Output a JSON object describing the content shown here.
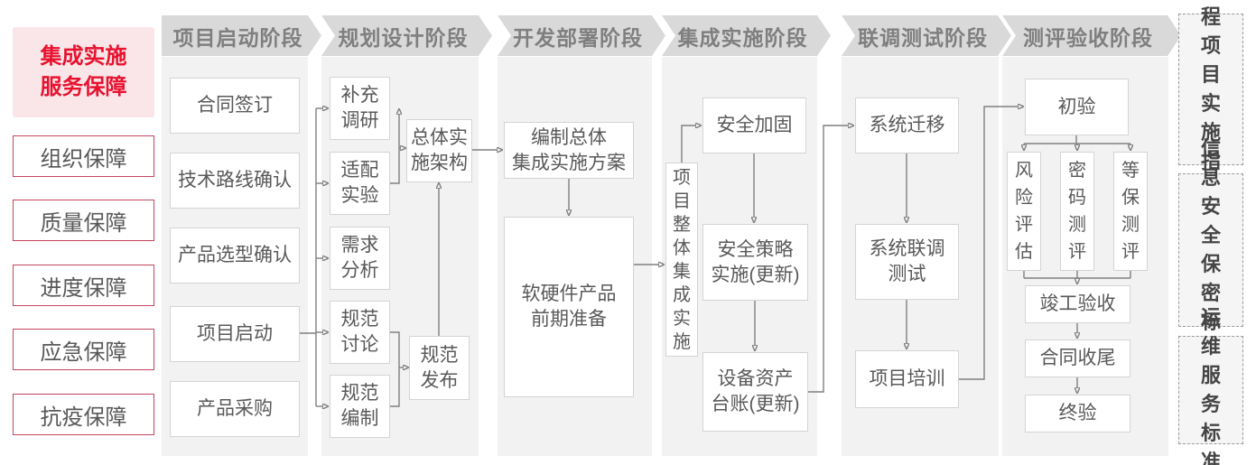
{
  "left_panel": {
    "title": "集成实施\n服务保障",
    "items": [
      "组织保障",
      "质量保障",
      "进度保障",
      "应急保障",
      "抗疫保障"
    ]
  },
  "phases": [
    "项目启动阶段",
    "规划设计阶段",
    "开发部署阶段",
    "集成实施阶段",
    "联调测试阶段",
    "测评验收阶段"
  ],
  "nodes": {
    "contract_sign": "合同签订",
    "tech_route_confirm": "技术路线确认",
    "product_selection_confirm": "产品选型确认",
    "project_kickoff": "项目启动",
    "product_procurement": "产品采购",
    "supplement_research": "补充\n调研",
    "adaptation_experiment": "适配\n实验",
    "requirement_analysis": "需求\n分析",
    "spec_discussion": "规范\n讨论",
    "spec_compilation": "规范\n编制",
    "overall_impl_architecture": "总体实\n施架构",
    "spec_release": "规范\n发布",
    "overall_integration_plan": "编制总体\n集成实施方案",
    "hw_sw_preparation": "软硬件产品\n前期准备",
    "overall_integration_impl": "项\n目\n整\n体\n集\n成\n实\n施",
    "security_hardening": "安全加固",
    "security_policy_impl": "安全策略\n实施(更新)",
    "asset_ledger_update": "设备资产\n台账(更新)",
    "system_migration": "系统迁移",
    "joint_debug_test": "系统联调\n测试",
    "project_training": "项目培训",
    "initial_acceptance": "初验",
    "risk_assessment": "风\n险\n评\n估",
    "crypto_evaluation": "密\n码\n测\n评",
    "classified_protection_eval": "等\n保\n测\n评",
    "completion_acceptance": "竣工验收",
    "contract_closure": "合同收尾",
    "final_acceptance": "终验"
  },
  "side_panel": {
    "items": [
      "工程\n项目\n实施\n指引",
      "信息\n安全\n保密\n标准",
      "运维\n服务\n标准"
    ]
  },
  "colors": {
    "accent_red": "#e8122f",
    "pink_bg": "#fae6e8",
    "red_border": "#c4455c",
    "header_bg": "#d9d9d9",
    "header_text": "#7f7f7f",
    "column_bg": "#f2f2f2",
    "node_border": "#d4d4d4",
    "node_text": "#595959",
    "connector": "#7f7f7f"
  }
}
